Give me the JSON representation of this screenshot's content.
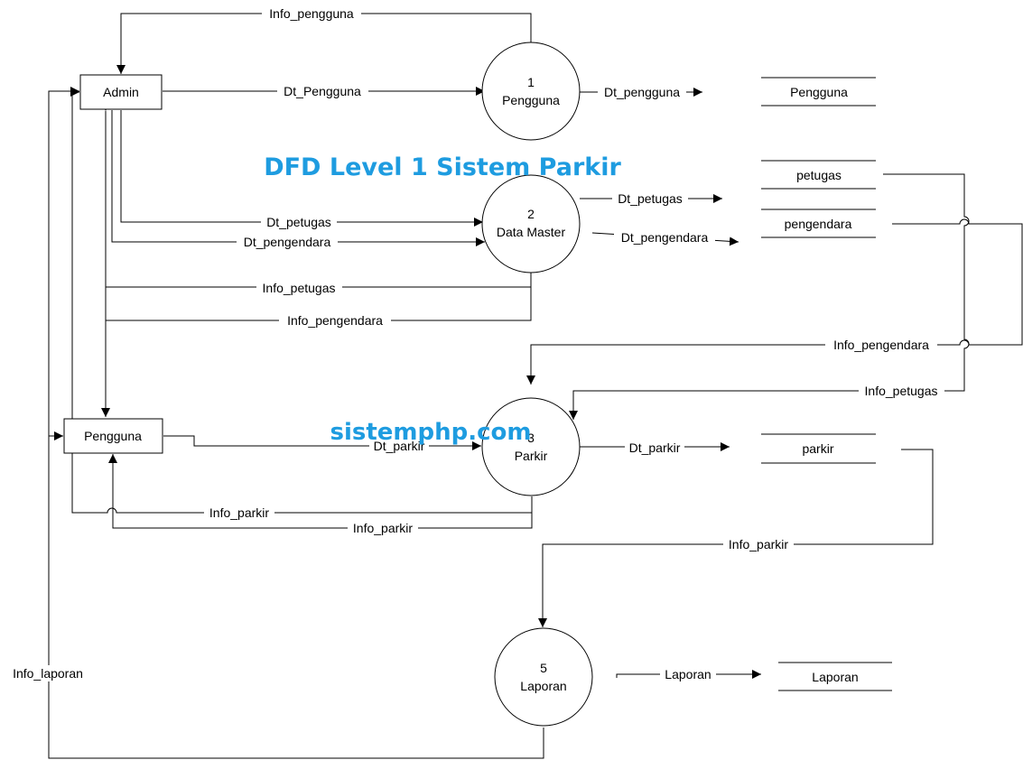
{
  "title": "DFD Level 1 Sistem Parkir",
  "watermark": "sistemphp.com",
  "entities": {
    "admin": "Admin",
    "pengguna": "Pengguna"
  },
  "processes": {
    "p1": {
      "number": "1",
      "name": "Pengguna"
    },
    "p2": {
      "number": "2",
      "name": "Data Master"
    },
    "p3": {
      "number": "3",
      "name": "Parkir"
    },
    "p5": {
      "number": "5",
      "name": "Laporan"
    }
  },
  "stores": {
    "pengguna": "Pengguna",
    "petugas": "petugas",
    "pengendara": "pengendara",
    "parkir": "parkir",
    "laporan": "Laporan"
  },
  "flows": {
    "info_pengguna": "Info_pengguna",
    "dt_pengguna_in": "Dt_Pengguna",
    "dt_pengguna_out": "Dt_pengguna",
    "dt_petugas_in": "Dt_petugas",
    "dt_pengendara_in": "Dt_pengendara",
    "dt_petugas_out": "Dt_petugas",
    "dt_pengendara_out": "Dt_pengendara",
    "info_petugas_admin": "Info_petugas",
    "info_pengendara_admin": "Info_pengendara",
    "info_pengendara_p3": "Info_pengendara",
    "info_petugas_p3": "Info_petugas",
    "dt_parkir_in": "Dt_parkir",
    "dt_parkir_out": "Dt_parkir",
    "info_parkir_admin": "Info_parkir",
    "info_parkir_pengguna": "Info_parkir",
    "info_parkir_p5": "Info_parkir",
    "laporan_out": "Laporan",
    "info_laporan": "Info_laporan"
  }
}
